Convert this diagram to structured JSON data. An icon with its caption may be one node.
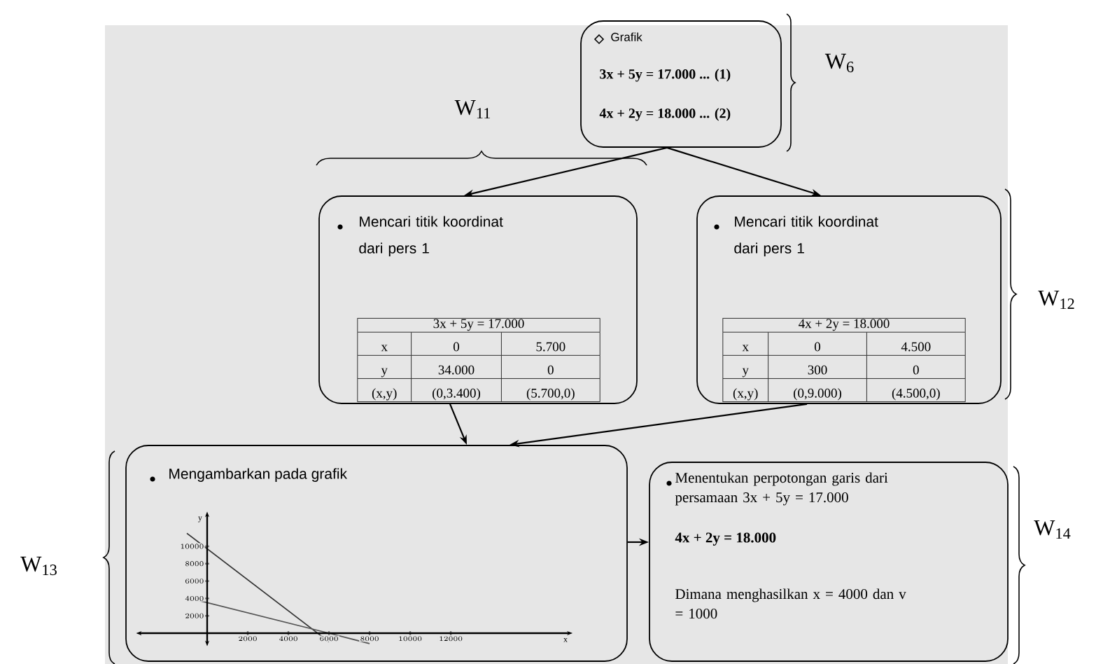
{
  "diagram": {
    "nodes": [
      {
        "text": [
          "Grafik",
          "3x + 5y = 17.000 ... (1)",
          "4x + 2y = 18.000 ... (2)"
        ],
        "beside": [
          "W$_{6}$"
        ]
      },
      {
        "text": [
          "Mencari titik koordinat dari pers 1",
          "3x + 5y = 17.000",
          "x",
          "0",
          "5.700",
          "y",
          "34.000",
          "0",
          "(x,y)",
          "(0,3.400)",
          "(5.700,0)"
        ],
        "beside": [
          "W$_{11}$"
        ]
      },
      {
        "text": [
          "Mencari titik koordinat dari pers 1",
          "4x + 2y = 18.000",
          "x",
          "0",
          "4.500",
          "y",
          "300",
          "0",
          "(x,y)",
          "(0,9.000)",
          "(4.500,0)"
        ],
        "beside": [
          "W$_{12}$"
        ]
      },
      {
        "text": [
          "Mengambarkan pada grafik"
        ],
        "beside": [
          "W$_{13}$"
        ]
      },
      {
        "text": [
          "Menentukan perpotongan garis dari persamaan 3x + 5y = 17.000",
          "4x + 2y = 18.000",
          "Dimana menghasilkan x = 4000 dan v = 1000"
        ],
        "beside": [
          "W$_{14}$"
        ]
      }
    ],
    "edges": [
      {
        "from": 0,
        "to": 1,
        "arrow": "to"
      },
      {
        "from": 0,
        "to": 2,
        "arrow": "to"
      },
      {
        "from": 1,
        "to": 3,
        "arrow": "to"
      },
      {
        "from": 2,
        "to": 3,
        "arrow": "to"
      },
      {
        "from": 3,
        "to": 4,
        "arrow": "to"
      }
    ],
    "chart_data": {
      "type": "line",
      "xlabel": "x",
      "ylabel": "y",
      "x": [
        -1000,
        6000,
        8000
      ],
      "series": [
        {
          "color": "#333333",
          "values": [
            11500,
            -1000,
            null
          ]
        },
        {
          "color": "#555555",
          "values": [
            4100,
            0,
            -1200
          ]
        }
      ],
      "xlim": [
        -3500,
        18000
      ],
      "ylim": [
        -1500,
        14000
      ],
      "xticks": [
        2000,
        4000,
        6000,
        8000,
        10000,
        12000
      ],
      "yticks": [
        2000,
        4000,
        6000,
        8000,
        10000
      ]
    }
  }
}
